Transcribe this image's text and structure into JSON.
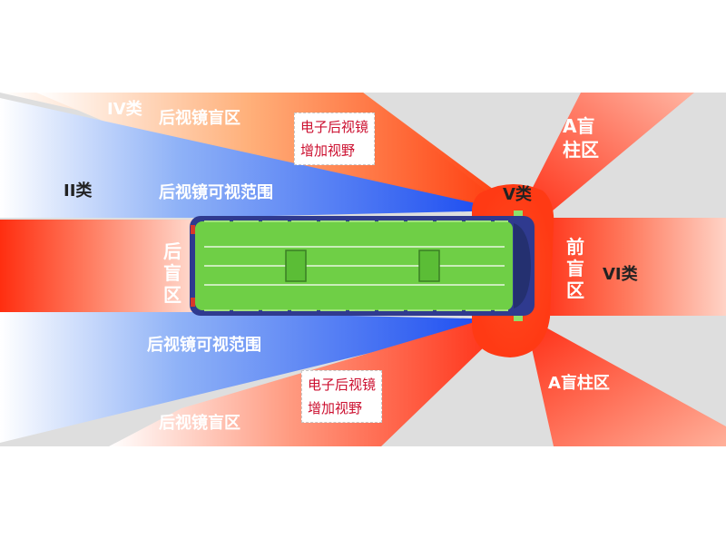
{
  "colors": {
    "background": "#ffffff",
    "field": "#dedede",
    "blind_red": "#ff3a14",
    "mirror_blue": "#1e5ef5",
    "bus_body": "#6fcf46",
    "bus_outline": "#2f3a8f"
  },
  "labels": {
    "class_iv": "IV类",
    "mirror_blind_top": "后视镜盲区",
    "class_ii": "II类",
    "mirror_view_top": "后视镜可视范围",
    "class_v": "V类",
    "a_pillar_top": [
      "A盲",
      "柱区"
    ],
    "front_blind": [
      "前",
      "盲",
      "区"
    ],
    "class_vi": "VI类",
    "rear_blind": [
      "后",
      "盲",
      "区"
    ],
    "mirror_view_bottom": "后视镜可视范围",
    "mirror_blind_bottom": "后视镜盲区",
    "a_pillar_bottom": "A盲柱区",
    "e_mirror_top": [
      "电子后视镜",
      "增加视野"
    ],
    "e_mirror_bottom": [
      "电子后视镜",
      "增加视野"
    ]
  }
}
